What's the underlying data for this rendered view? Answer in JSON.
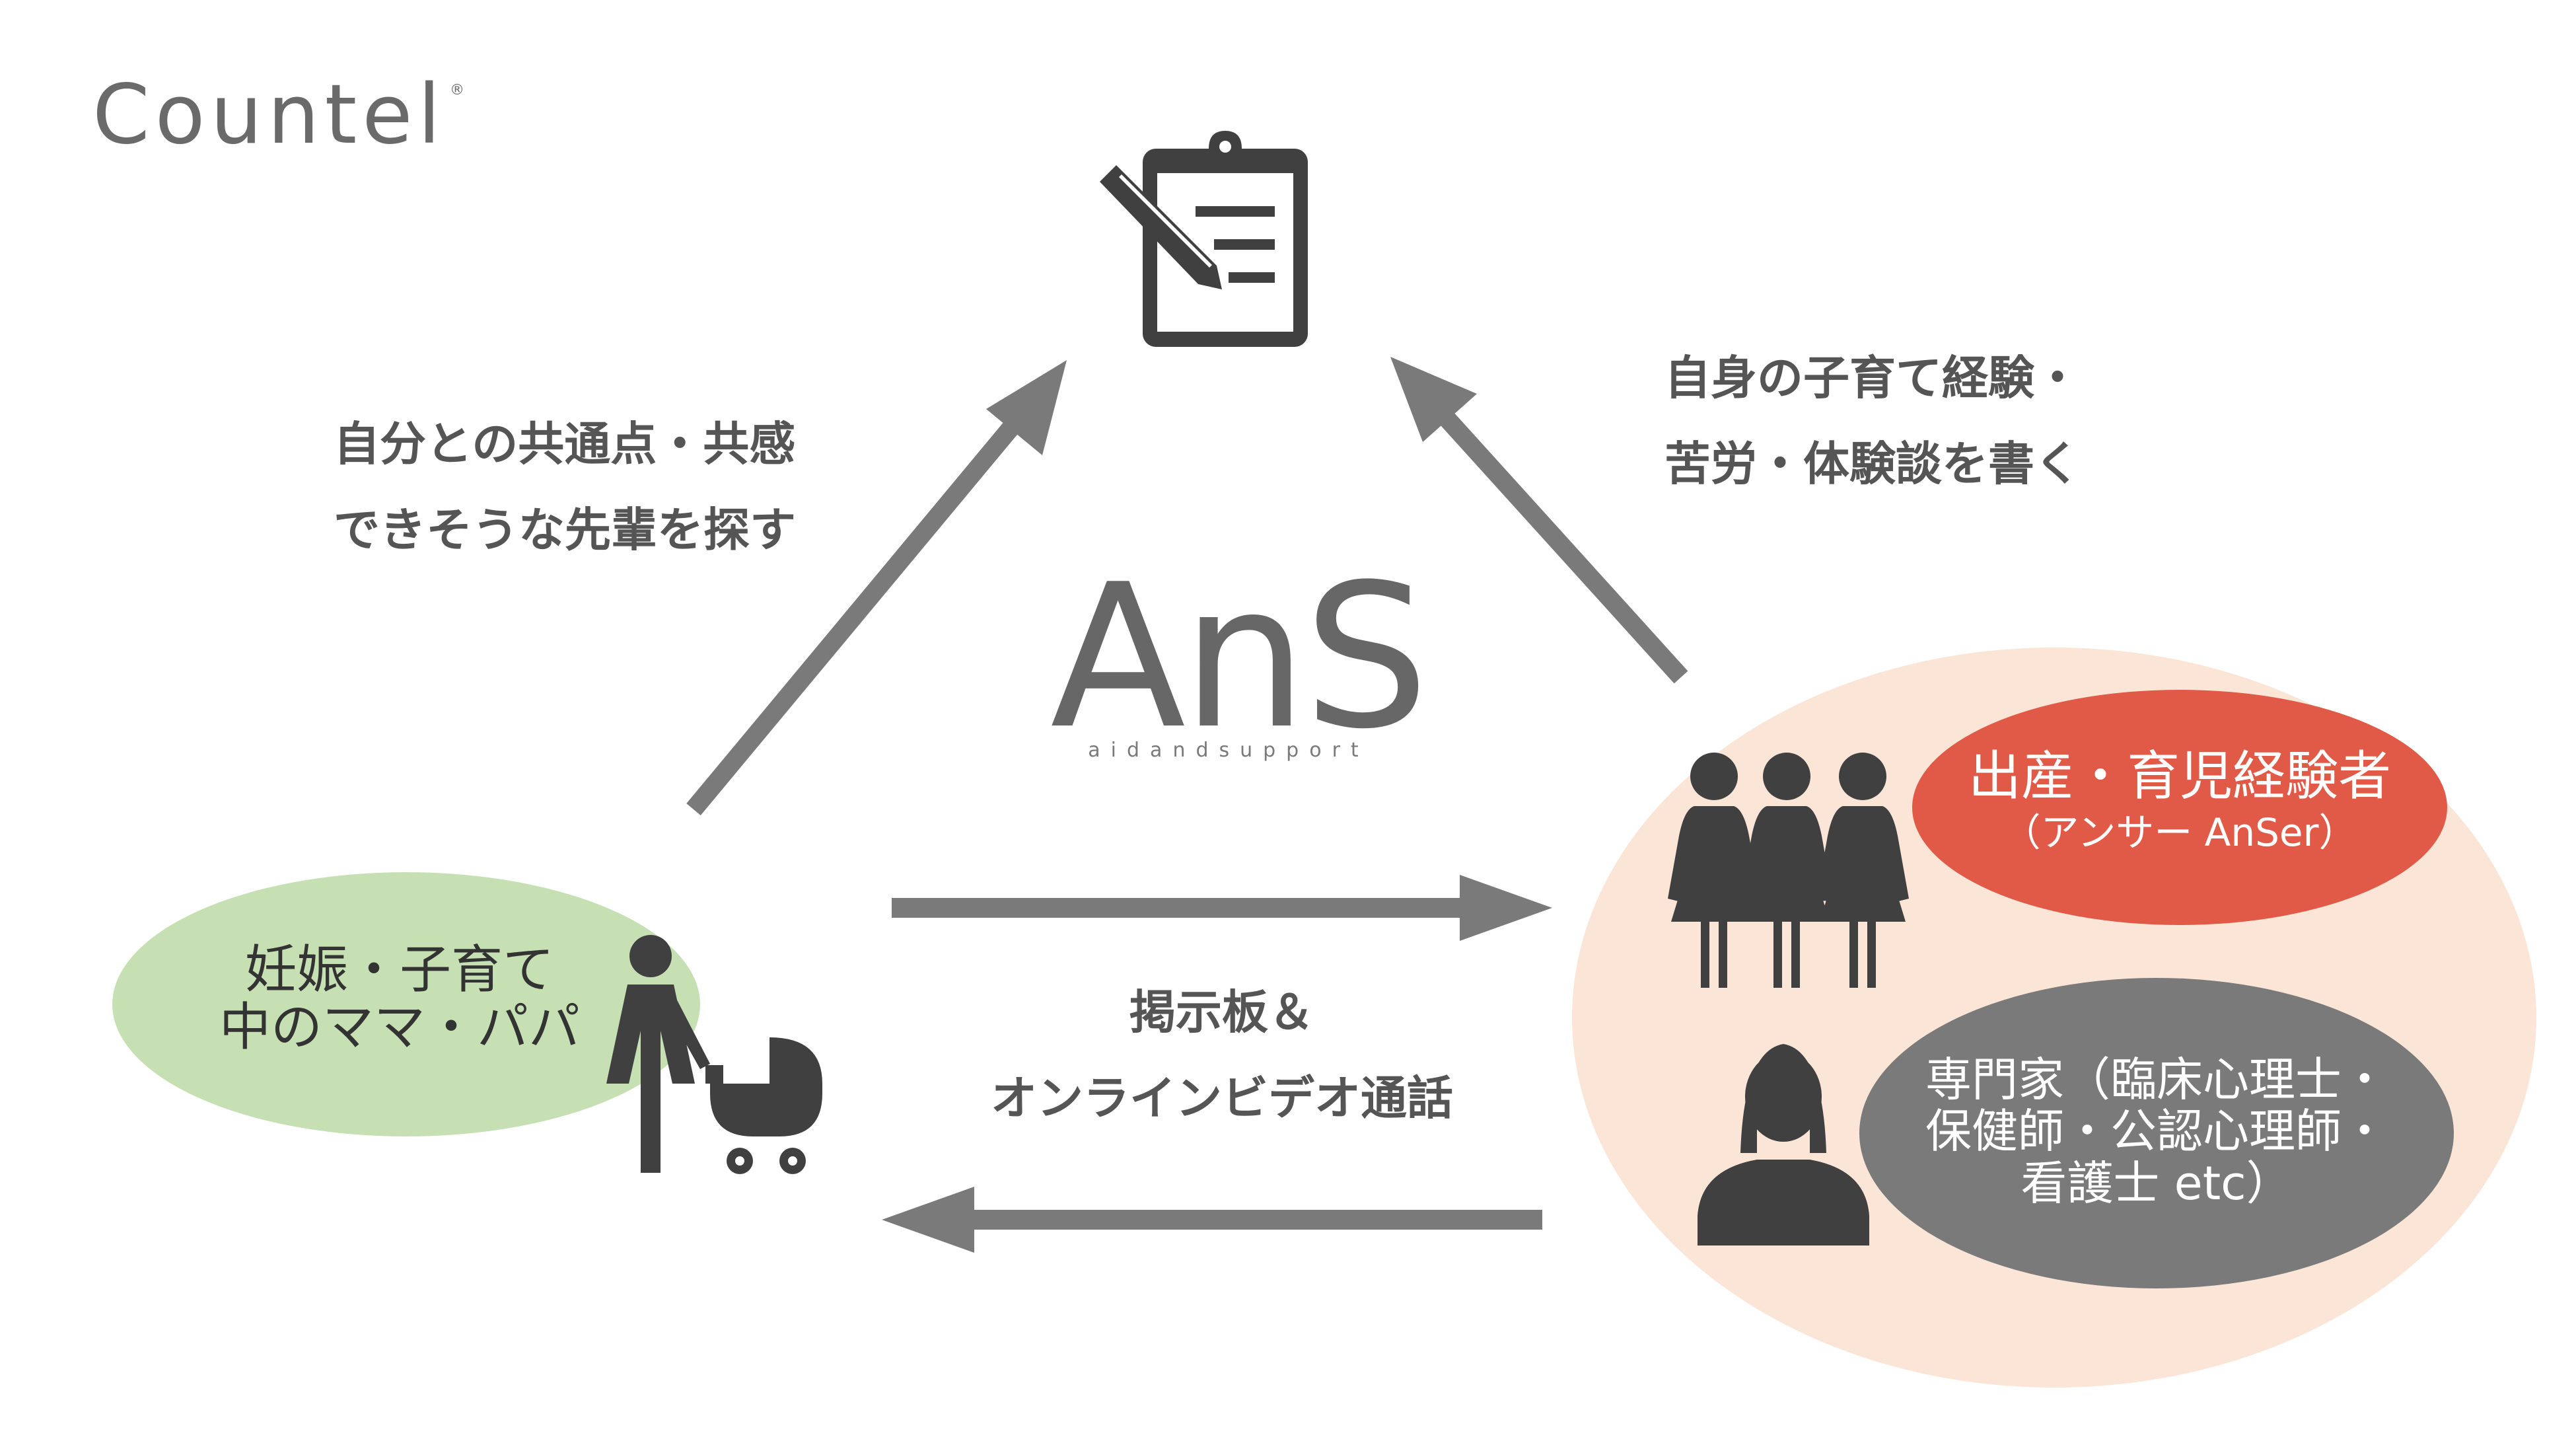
{
  "logo": {
    "text": "Countel",
    "mark": "®"
  },
  "brand": {
    "name": "AnS",
    "tagline": "aidandsupport"
  },
  "labels": {
    "top_left_line1": "自分との共通点・共感",
    "top_left_line2": "できそうな先輩を探す",
    "top_right_line1": "自身の子育て経験・",
    "top_right_line2": "苦労・体験談を書く",
    "center_line1": "掲示板＆",
    "center_line2": "オンラインビデオ通話"
  },
  "nodes": {
    "parents": {
      "line1": "妊娠・子育て",
      "line2": "中のママ・パパ"
    },
    "experienced": {
      "line1": "出産・育児経験者",
      "line2": "（アンサー AnSer）"
    },
    "experts": {
      "line1": "専門家（臨床心理士・",
      "line2": "保健師・公認心理師・",
      "line3": "看護士 etc）"
    }
  },
  "icons": [
    "clipboard-pen-icon",
    "parent-with-stroller-icon",
    "three-women-icon",
    "woman-avatar-icon"
  ],
  "colors": {
    "arrow": "#7a7a7a",
    "parents_bubble": "#c6e0b4",
    "group_circle": "#fbe5d6",
    "experienced_bubble": "#e05a47",
    "experts_bubble": "#7a7a7a",
    "icon": "#404040"
  }
}
